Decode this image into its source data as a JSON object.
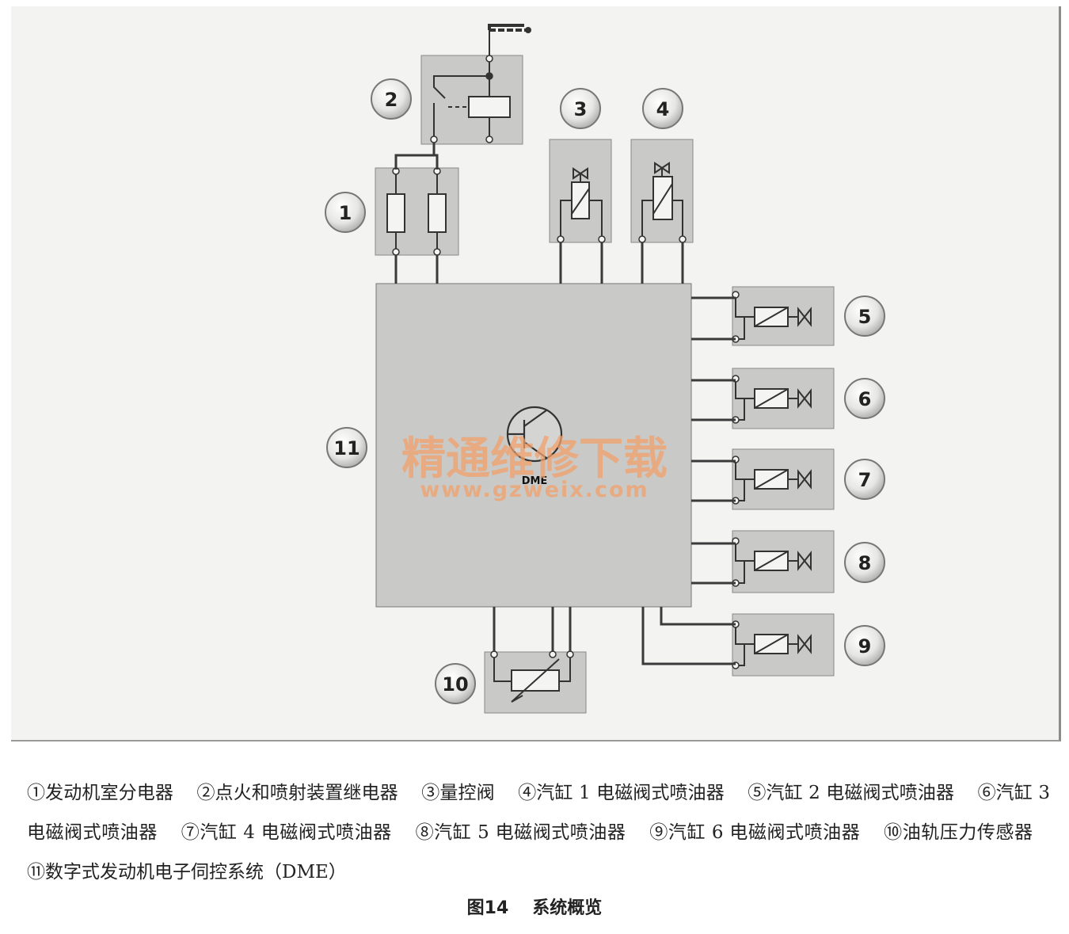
{
  "diagram": {
    "component_numbers": [
      "1",
      "2",
      "3",
      "4",
      "5",
      "6",
      "7",
      "8",
      "9",
      "10",
      "11"
    ],
    "dme_label": "DME",
    "watermark": {
      "line1": "精通维修下载",
      "line2": "www.gzweix.com"
    }
  },
  "legend": {
    "items": [
      "①发动机室分电器",
      "②点火和喷射装置继电器",
      "③量控阀",
      "④汽缸 1 电磁阀式喷油器",
      "⑤汽缸 2 电磁阀式喷油器",
      "⑥汽缸 3 电磁阀式喷油器",
      "⑦汽缸 4 电磁阀式喷油器",
      "⑧汽缸 5 电磁阀式喷油器",
      "⑨汽缸 6 电磁阀式喷油器",
      "⑩油轨压力传感器",
      "⑪数字式发动机电子伺控系统（DME）"
    ]
  },
  "figure": {
    "number": "图14",
    "title": "系统概览"
  },
  "colors": {
    "box_fill": "#c9c9c7",
    "wire": "#3a3a3a",
    "frame_bg": "#f3f3f1",
    "watermark": "#f2a06a"
  }
}
